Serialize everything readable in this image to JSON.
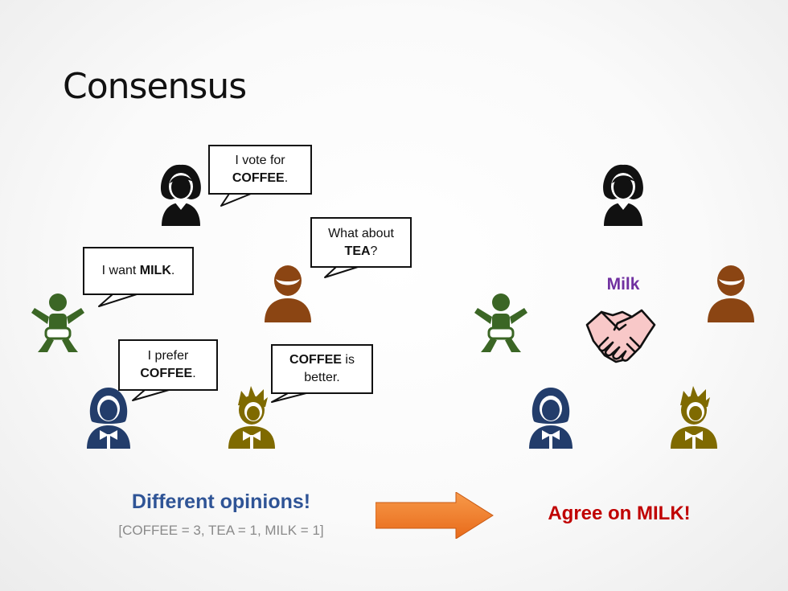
{
  "title": "Consensus",
  "bubbles": {
    "b1": {
      "line1": "I vote for",
      "bold2": "COFFEE",
      "rest2": "."
    },
    "b2": {
      "line1": "What about",
      "bold2": "TEA",
      "rest2": "?"
    },
    "b3": {
      "pre": "I want ",
      "bold": "MILK",
      "post": "."
    },
    "b4": {
      "line1": "I prefer",
      "bold2": "COFFEE",
      "rest2": "."
    },
    "b5": {
      "bold1": "COFFEE",
      "rest1": " is",
      "line2": "better."
    }
  },
  "left_heading": "Different opinions!",
  "left_counts": "[COFFEE = 3, TEA = 1, MILK = 1]",
  "milk_label": "Milk",
  "right_heading": "Agree on MILK!",
  "colors": {
    "woman_black": "#111111",
    "man_brown": "#8b4513",
    "baby_green": "#3b6625",
    "woman_navy": "#233d6b",
    "man_olive": "#7f6a00",
    "arrow": "#f07a2a",
    "heading_blue": "#2f5496",
    "heading_red": "#c00000",
    "milk_purple": "#7030a0"
  },
  "icons": [
    "woman-icon",
    "man-icon",
    "baby-icon",
    "woman-bow-icon",
    "man-spiky-icon",
    "handshake-icon",
    "arrow-right-icon"
  ]
}
